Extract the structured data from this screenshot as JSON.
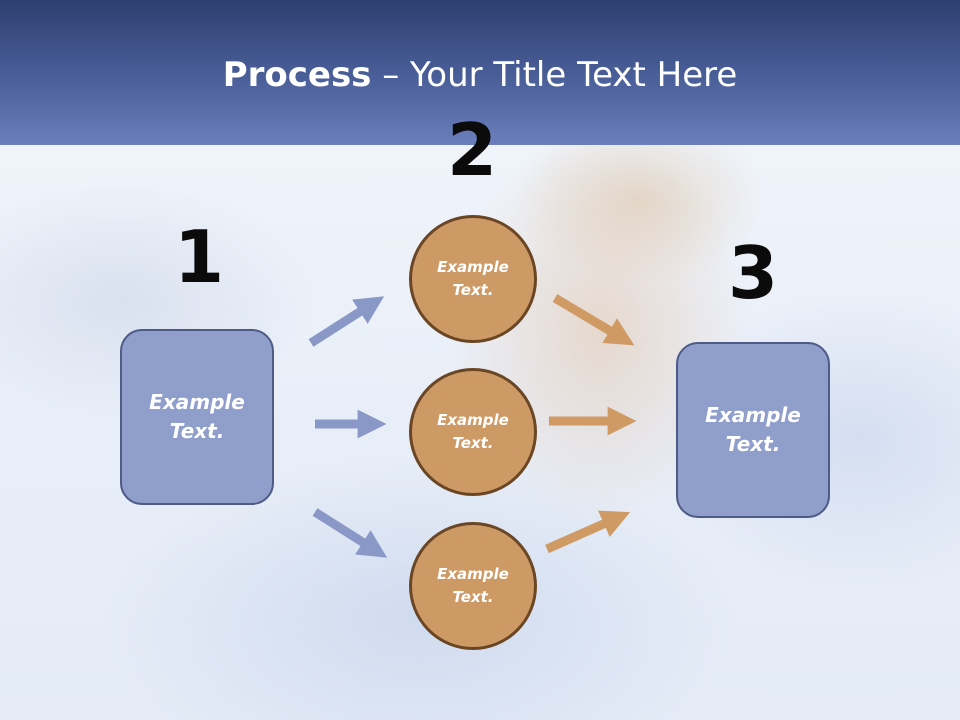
{
  "header": {
    "title_bold": "Process",
    "title_rest": " – Your Title Text Here"
  },
  "steps": {
    "one": {
      "number": "1",
      "text": "Example\nText."
    },
    "two": {
      "number": "2",
      "items": [
        {
          "text": "Example\nText."
        },
        {
          "text": "Example\nText."
        },
        {
          "text": "Example\nText."
        }
      ]
    },
    "three": {
      "number": "3",
      "text": "Example\nText."
    }
  },
  "colors": {
    "box_fill": "#8f9ecb",
    "circle_fill": "#cd9a66",
    "arrow_blue": "#8a98c8",
    "arrow_orange": "#cf9a64",
    "header": "#3d5088"
  }
}
